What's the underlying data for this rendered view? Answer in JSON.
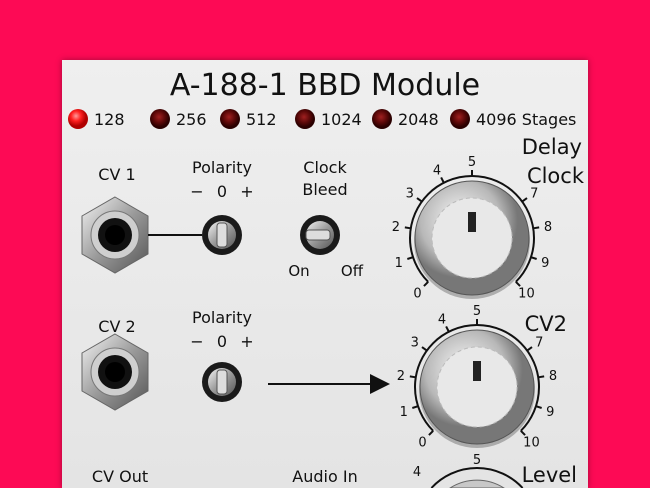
{
  "module": {
    "title": "A-188-1 BBD Module",
    "stages": {
      "labels": [
        "128",
        "256",
        "512",
        "1024",
        "2048",
        "4096 Stages"
      ],
      "active_index": 0,
      "led_on_color": "#ff2a2a",
      "led_off_color": "#5a0808"
    },
    "cv1": {
      "label": "CV 1"
    },
    "polarity1": {
      "label": "Polarity",
      "minus": "−",
      "zero": "0",
      "plus": "+"
    },
    "clock_bleed": {
      "label_line1": "Clock",
      "label_line2": "Bleed",
      "on": "On",
      "off": "Off"
    },
    "cv2": {
      "label": "CV 2"
    },
    "polarity2": {
      "label": "Polarity",
      "minus": "−",
      "zero": "0",
      "plus": "+"
    },
    "delay_clock_knob": {
      "label_line1": "Delay",
      "label_line2": "Clock",
      "value": 5,
      "scale": [
        "0",
        "1",
        "2",
        "3",
        "4",
        "5",
        "7",
        "8",
        "9",
        "10"
      ]
    },
    "cv2_knob": {
      "label": "CV2",
      "value": 5,
      "scale": [
        "0",
        "1",
        "2",
        "3",
        "4",
        "5",
        "7",
        "8",
        "9",
        "10"
      ]
    },
    "level_knob": {
      "label": "Level",
      "scale_visible": [
        "4",
        "5"
      ]
    },
    "cv_out": {
      "label": "CV Out"
    },
    "audio_in": {
      "label": "Audio In"
    }
  },
  "background_color": "#fd0a55"
}
